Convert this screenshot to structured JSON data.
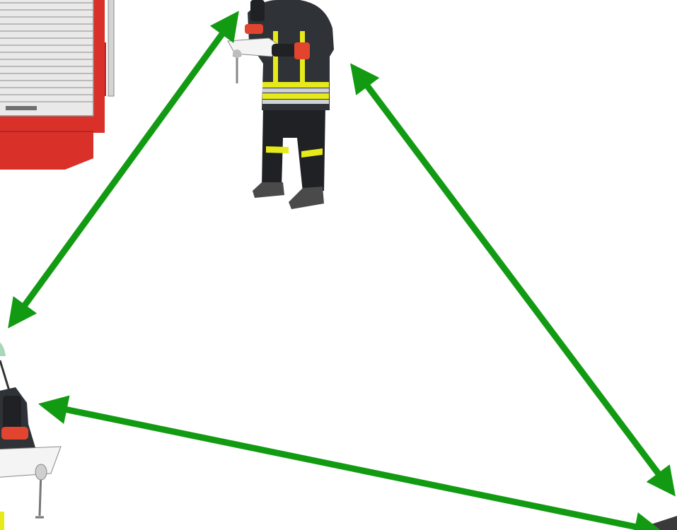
{
  "colors": {
    "background": "#ffffff",
    "arrow": "#129b12",
    "truck_red": "#d9302a",
    "truck_red_dark": "#b72520",
    "shutter": "#e9e9e9",
    "shutter_line": "#8c8c8c",
    "coat": "#2f3236",
    "coat_dark": "#1f2124",
    "reflective_yellow": "#e6ea1a",
    "reflective_silver": "#cfd2d4",
    "glove_red": "#e2452f",
    "boot": "#4a4a4a",
    "paper": "#f4f4f4",
    "helmet_green": "#a9d8b8"
  },
  "scene": {
    "truck": {
      "icon": "fire-truck-equipment-compartment"
    },
    "person_top": {
      "icon": "firefighter-with-radio-and-clipboard"
    },
    "person_left": {
      "icon": "firefighter-with-radio-and-clipboard"
    },
    "corner_bottom_right": {
      "icon": "partial-equipment-object"
    }
  },
  "links": [
    {
      "from": "person_top",
      "to": "person_left",
      "style": "double-headed-arrow"
    },
    {
      "from": "person_top",
      "to": "corner_bottom_right",
      "style": "double-headed-arrow"
    },
    {
      "from": "person_left",
      "to": "corner_bottom_right",
      "style": "double-headed-arrow"
    }
  ]
}
